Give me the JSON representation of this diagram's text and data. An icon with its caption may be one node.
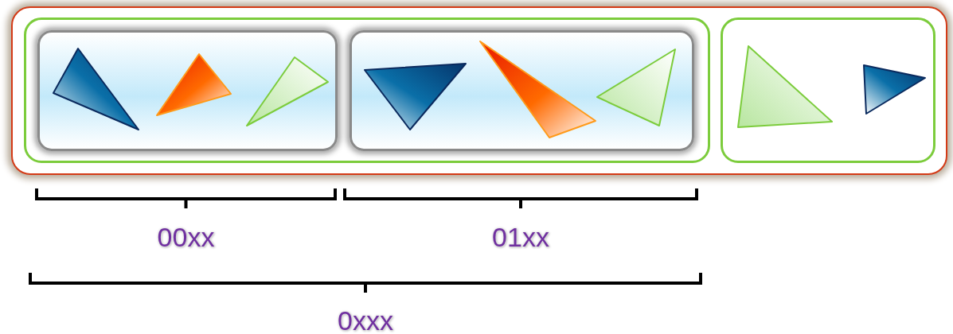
{
  "diagram": {
    "nodes": [
      {
        "text": [],
        "shape": "box"
      },
      {
        "text": [],
        "shape": "box",
        "in": 0
      },
      {
        "text": [],
        "shape": "box",
        "in": 1
      },
      {
        "text": [],
        "shape": "box",
        "in": 1
      },
      {
        "text": [],
        "shape": "box",
        "in": 0
      }
    ],
    "labels": [
      "00xx",
      "01xx",
      "0xxx"
    ]
  }
}
